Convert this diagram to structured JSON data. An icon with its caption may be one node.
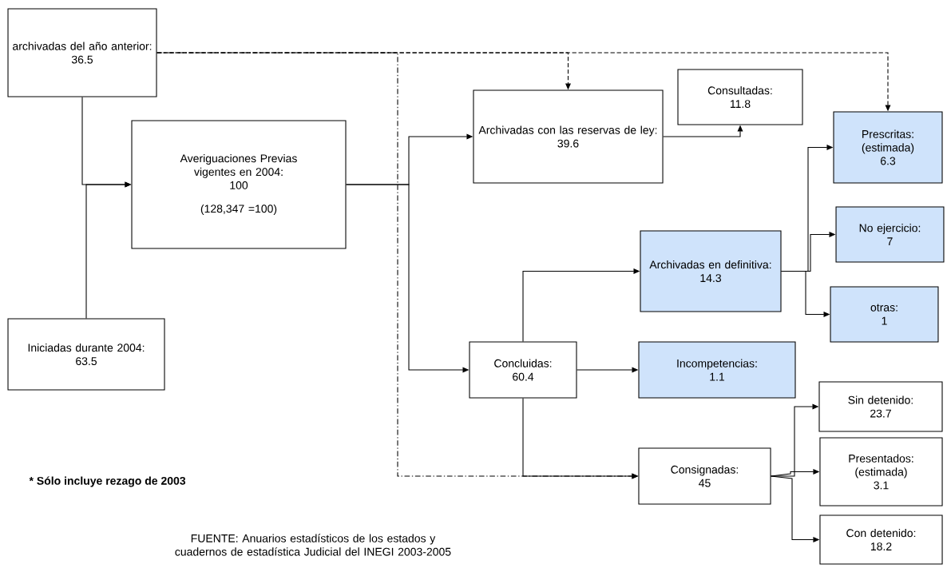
{
  "diagram": {
    "nodes": [
      {
        "text": [
          "archivadas del año anterior:",
          "36.5"
        ]
      },
      {
        "text": [
          "Averiguaciones Previas vigentes en 2004:",
          "100",
          "(128,347 =100)"
        ]
      },
      {
        "text": [
          "Iniciadas durante 2004:",
          "63.5"
        ]
      },
      {
        "text": [
          "Archivadas con las reservas de ley:",
          "39.6"
        ]
      },
      {
        "text": [
          "Consultadas:",
          "11.8"
        ]
      },
      {
        "text": [
          "Prescritas: (estimada)",
          "6.3"
        ]
      },
      {
        "text": [
          "No ejercicio:",
          "7"
        ]
      },
      {
        "text": [
          "Archivadas en definitiva:",
          "14.3"
        ]
      },
      {
        "text": [
          "otras:",
          "1"
        ]
      },
      {
        "text": [
          "Concluidas:",
          "60.4"
        ]
      },
      {
        "text": [
          "Incompetencias:",
          "1.1"
        ]
      },
      {
        "text": [
          "Sin detenido:",
          "23.7"
        ]
      },
      {
        "text": [
          "Presentados: (estimada)",
          "3.1"
        ]
      },
      {
        "text": [
          "Con detenido:",
          "18.2"
        ]
      },
      {
        "text": [
          "Consignadas:",
          "45"
        ]
      }
    ],
    "edges": [
      {
        "from": 0,
        "to": 1,
        "arrow": "to"
      },
      {
        "from": 2,
        "to": 1,
        "arrow": "to"
      },
      {
        "from": 0,
        "to": 3,
        "arrow": "to",
        "style": "dashed"
      },
      {
        "from": 0,
        "to": 5,
        "arrow": "to",
        "style": "dashed"
      },
      {
        "from": 0,
        "to": 14,
        "arrow": "to",
        "style": "dashed"
      },
      {
        "from": 1,
        "to": 3,
        "arrow": "to"
      },
      {
        "from": 1,
        "to": 9,
        "arrow": "to"
      },
      {
        "from": 3,
        "to": 4,
        "arrow": "to"
      },
      {
        "from": 9,
        "to": 7,
        "arrow": "to"
      },
      {
        "from": 9,
        "to": 10,
        "arrow": "to"
      },
      {
        "from": 9,
        "to": 14,
        "arrow": "to"
      },
      {
        "from": 7,
        "to": 5,
        "arrow": "to"
      },
      {
        "from": 7,
        "to": 6,
        "arrow": "to"
      },
      {
        "from": 7,
        "to": 8,
        "arrow": "to"
      },
      {
        "from": 14,
        "to": 11,
        "arrow": "to"
      },
      {
        "from": 14,
        "to": 12,
        "arrow": "to"
      },
      {
        "from": 14,
        "to": 13,
        "arrow": "to"
      }
    ],
    "labels": [
      "* Sólo incluye rezago de 2003",
      "FUENTE: Anuarios estadísticos de los estados y cuadernos de estadística Judicial del INEGI 2003-2005"
    ]
  }
}
